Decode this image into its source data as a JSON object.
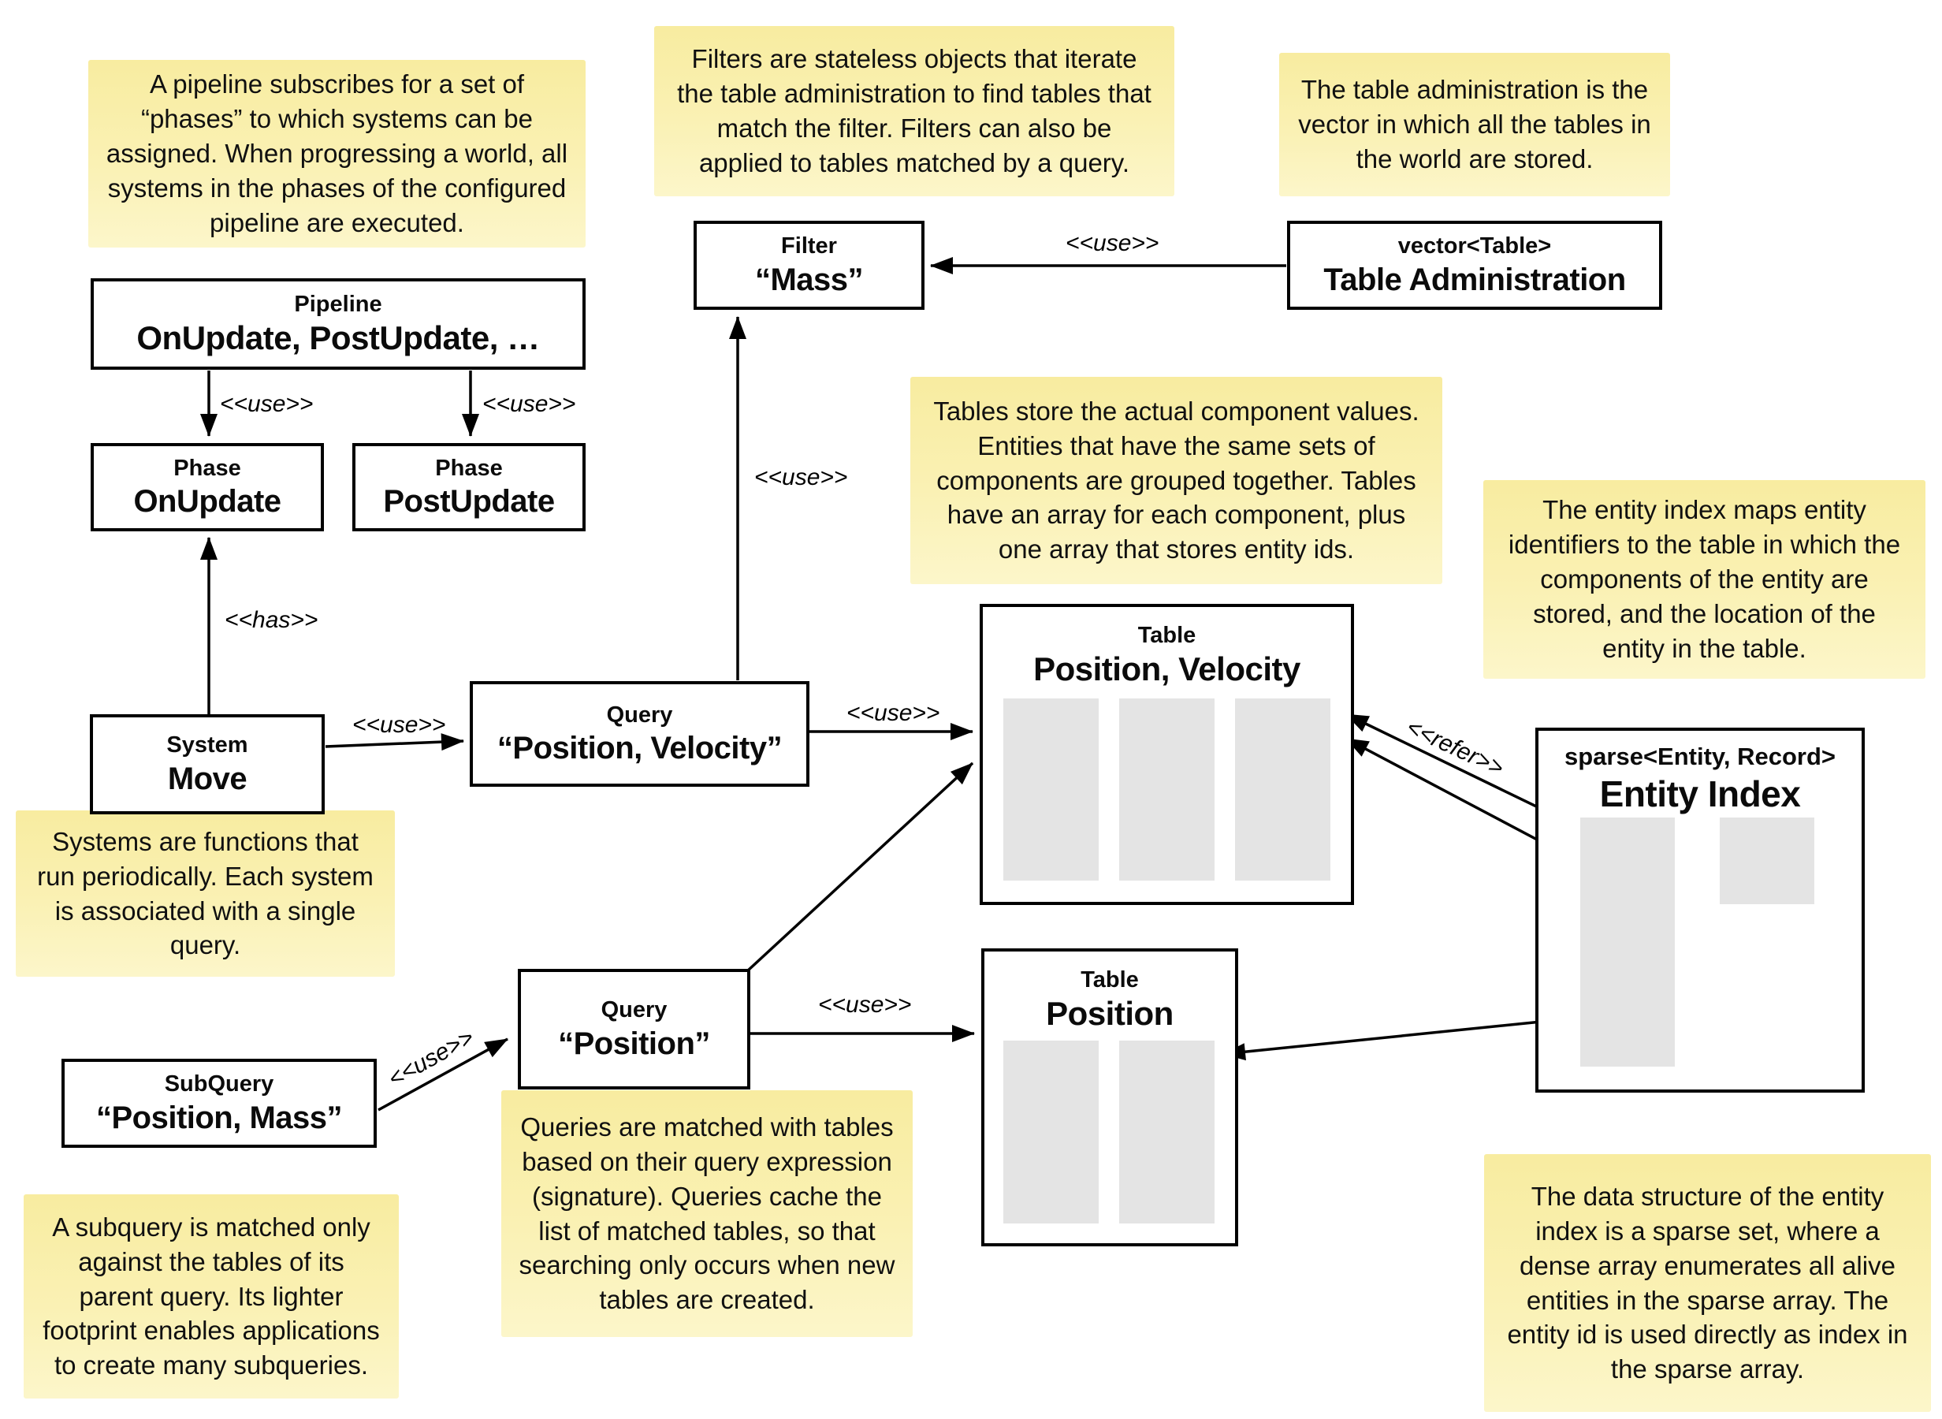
{
  "diagram": {
    "notes": [
      {
        "id": "pipeline-note",
        "text": "A pipeline subscribes for a set of “phases” to which systems can be assigned. When progressing a world, all systems in the phases of the configured pipeline are executed."
      },
      {
        "id": "filters-note",
        "text": "Filters are stateless objects that iterate the table administration to find tables that match the filter. Filters can also be applied to tables matched by a query."
      },
      {
        "id": "table-admin-note",
        "text": "The table administration is the vector in which all the tables in the world are stored."
      },
      {
        "id": "tables-note",
        "text": "Tables store the actual component values. Entities that have the same sets of components are grouped together. Tables have an array for each component, plus one array that stores entity ids."
      },
      {
        "id": "entity-index-note",
        "text": "The entity index maps entity identifiers to the table in which the components of the entity are stored, and the location of the entity in the table."
      },
      {
        "id": "systems-note",
        "text": "Systems are functions that run periodically. Each system is associated with a single query."
      },
      {
        "id": "queries-note",
        "text": "Queries are matched with tables based on their query expression (signature). Queries cache the list of matched tables, so that searching only occurs when new tables are created."
      },
      {
        "id": "subquery-note",
        "text": "A subquery is matched only against the tables of its parent query. Its lighter footprint enables applications to create many subqueries."
      },
      {
        "id": "sparse-note",
        "text": "The data structure of the entity index is a sparse set, where a dense array enumerates all alive entities in the sparse array. The entity id is used directly as index in the sparse array."
      }
    ],
    "nodes": [
      {
        "id": "pipeline",
        "stereotype": "Pipeline",
        "name": "OnUpdate, PostUpdate, …"
      },
      {
        "id": "phase-onupdate",
        "stereotype": "Phase",
        "name": "OnUpdate"
      },
      {
        "id": "phase-postupdate",
        "stereotype": "Phase",
        "name": "PostUpdate"
      },
      {
        "id": "system-move",
        "stereotype": "System",
        "name": "Move"
      },
      {
        "id": "query-position-velocity",
        "stereotype": "Query",
        "name": "“Position, Velocity”"
      },
      {
        "id": "filter-mass",
        "stereotype": "Filter",
        "name": "“Mass”"
      },
      {
        "id": "table-administration",
        "stereotype": "vector<Table>",
        "name": "Table Administration"
      },
      {
        "id": "table-position-velocity",
        "stereotype": "Table",
        "name": "Position, Velocity"
      },
      {
        "id": "table-position",
        "stereotype": "Table",
        "name": "Position"
      },
      {
        "id": "entity-index",
        "stereotype": "sparse<Entity, Record>",
        "name": "Entity Index"
      },
      {
        "id": "query-position",
        "stereotype": "Query",
        "name": "“Position”"
      },
      {
        "id": "subquery-position-mass",
        "stereotype": "SubQuery",
        "name": "“Position, Mass”"
      }
    ],
    "labels": [
      {
        "text": "<<use>>"
      },
      {
        "text": "<<use>>"
      },
      {
        "text": "<<has>>"
      },
      {
        "text": "<<use>>"
      },
      {
        "text": "<<use>>"
      },
      {
        "text": "<<use>>"
      },
      {
        "text": "<<use>>"
      },
      {
        "text": "<<use>>"
      },
      {
        "text": "<<use>>"
      },
      {
        "text": "<<refer>>"
      }
    ],
    "colors": {
      "note_yellow": "#f9efa5",
      "box_gray": "#e4e4e4",
      "ink": "#000000"
    }
  }
}
